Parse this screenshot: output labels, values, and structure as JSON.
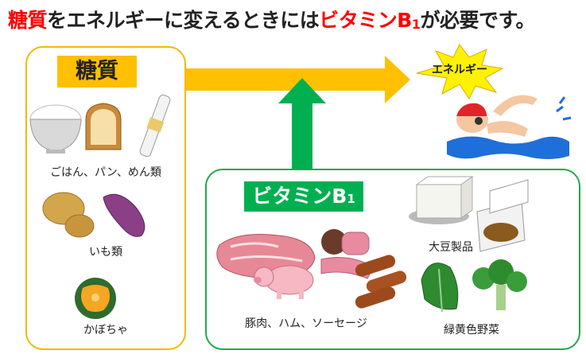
{
  "headline": {
    "part1": "糖質",
    "part2": "をエネルギーに変えるときには",
    "part3": "ビタミンB",
    "part3_sub": "1",
    "part4": "が必要です。"
  },
  "carb_group": {
    "label": "糖質",
    "items": [
      {
        "caption": "ごはん、パン、めん類"
      },
      {
        "caption": "いも類"
      },
      {
        "caption": "かぼちゃ"
      }
    ]
  },
  "vitamin_group": {
    "label": "ビタミンB",
    "label_sub": "1",
    "items": [
      {
        "caption": "豚肉、ハム、ソーセージ"
      },
      {
        "caption": "大豆製品"
      },
      {
        "caption": "緑黄色野菜"
      }
    ]
  },
  "energy": {
    "label": "エネルギー"
  },
  "colors": {
    "carb_accent": "#ffc000",
    "vitamin_accent": "#00b050",
    "highlight_red": "#ff0000"
  }
}
